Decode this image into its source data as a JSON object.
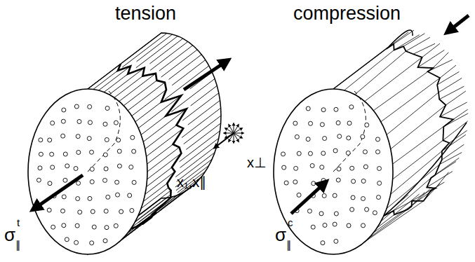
{
  "diagram": {
    "labels": [
      "tension",
      "compression",
      "σ",
      "t",
      "∥",
      "σ",
      "c",
      "∥",
      "x₁,x∥",
      "x⊥"
    ]
  }
}
